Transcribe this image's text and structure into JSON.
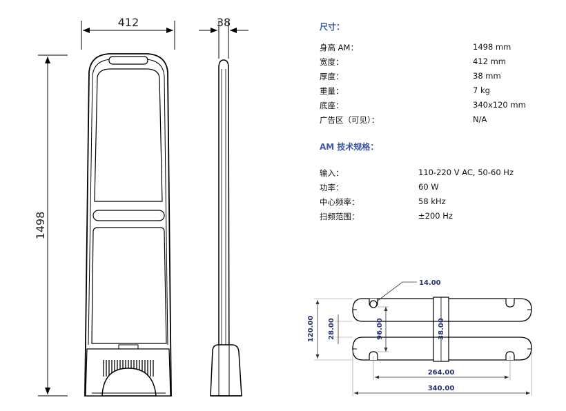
{
  "front_view": {
    "width_label": "412",
    "height_label": "1498"
  },
  "side_view": {
    "depth_label": "38"
  },
  "dimensions": {
    "title": "尺寸：",
    "rows": [
      {
        "label": "身高 AM：",
        "value": "1498 mm"
      },
      {
        "label": "宽度：",
        "value": "412 mm"
      },
      {
        "label": "厚度：",
        "value": "38 mm"
      },
      {
        "label": "重量：",
        "value": "7 kg"
      },
      {
        "label": "底座：",
        "value": "340x120 mm"
      },
      {
        "label": "广告区（可见）：",
        "value": "N/A"
      }
    ]
  },
  "am_specs": {
    "title": "AM 技术规格：",
    "rows": [
      {
        "label": "输入：",
        "value": "110-220 V AC, 50-60 Hz"
      },
      {
        "label": "功率：",
        "value": "60 W"
      },
      {
        "label": "中心频率：",
        "value": "58 kHz"
      },
      {
        "label": "扫频范围：",
        "value": "±200 Hz"
      }
    ]
  },
  "base_drawing": {
    "hole": "14.00",
    "height": "120.00",
    "gap": "28.00",
    "inner": "96.00",
    "center": "38.00",
    "span": "264.00",
    "width": "340.00"
  }
}
